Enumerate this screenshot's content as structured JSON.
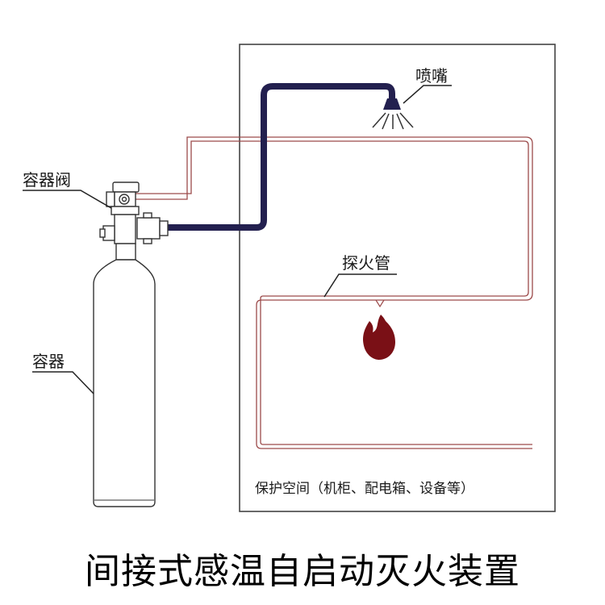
{
  "diagram": {
    "title": "间接式感温自启动灭火装置",
    "labels": {
      "nozzle": "喷嘴",
      "container_valve": "容器阀",
      "detector_tube": "探火管",
      "container": "容器",
      "protected_space": "保护空间（机柜、配电箱、设备等）"
    },
    "colors": {
      "discharge_pipe": "#23204f",
      "detector_tube": "#9c4a4a",
      "flame": "#7a1016",
      "outline": "#333333"
    }
  }
}
